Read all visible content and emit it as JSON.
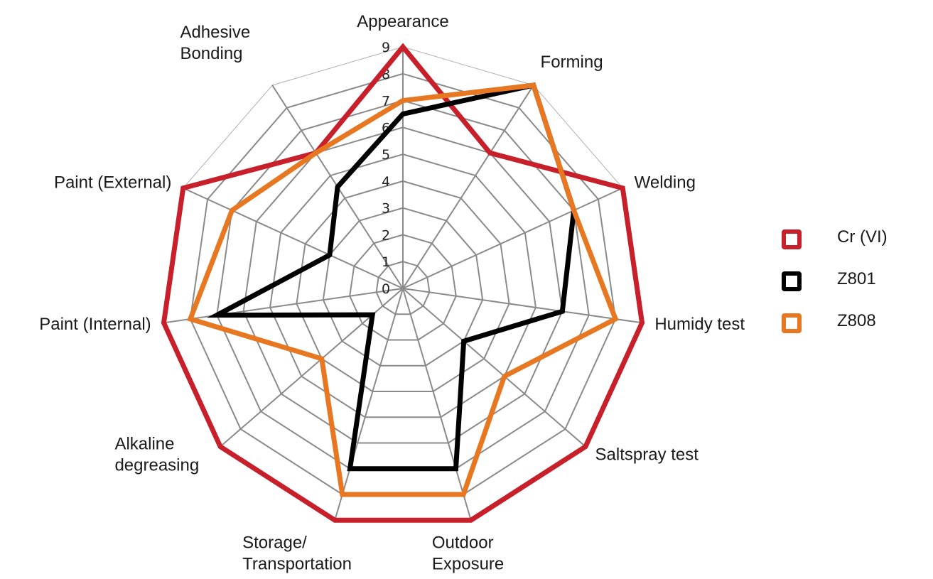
{
  "chart_data": {
    "type": "radar",
    "axes": [
      "Appearance",
      "Forming",
      "Welding",
      "Humidy test",
      "Saltspray test",
      "Outdoor Exposure",
      "Storage/ Transportation",
      "Alkaline degreasing",
      "Paint (Internal)",
      "Paint (External)",
      "Adhesive Bonding"
    ],
    "axis_label_lines": [
      [
        "Appearance"
      ],
      [
        "Forming"
      ],
      [
        "Welding"
      ],
      [
        "Humidy test"
      ],
      [
        "Saltspray test"
      ],
      [
        "Outdoor",
        "Exposure"
      ],
      [
        "Storage/",
        "Transportation"
      ],
      [
        "Alkaline",
        "degreasing"
      ],
      [
        "Paint (Internal)"
      ],
      [
        "Paint (External)"
      ],
      [
        "Adhesive",
        "Bonding"
      ]
    ],
    "range": [
      0,
      9
    ],
    "ticks": [
      "0",
      "1",
      "2",
      "3",
      "4",
      "5",
      "6",
      "7",
      "8",
      "9"
    ],
    "grid": true,
    "legend_position": "right",
    "series": [
      {
        "name": "Cr (VI)",
        "color": "#c8202a",
        "values": [
          9,
          6,
          9,
          9,
          9,
          9,
          9,
          9,
          9,
          9,
          6
        ]
      },
      {
        "name": "Z801",
        "color": "#000000",
        "values": [
          6.5,
          9,
          7,
          6,
          3,
          7,
          7,
          1.5,
          7,
          3,
          4.5
        ]
      },
      {
        "name": "Z808",
        "color": "#e87722",
        "values": [
          7,
          9,
          7,
          8,
          5,
          8,
          8,
          4,
          8,
          7,
          6
        ]
      }
    ]
  }
}
